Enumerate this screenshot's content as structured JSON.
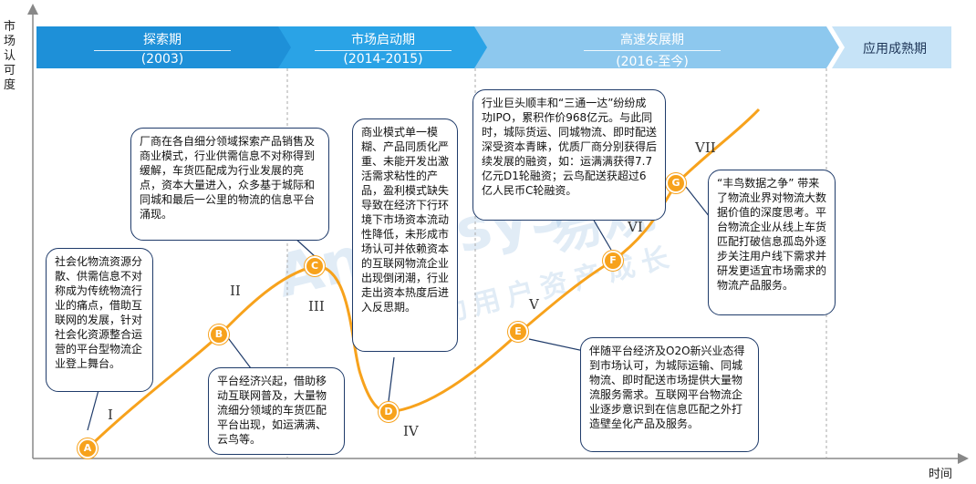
{
  "axes": {
    "y_label": "市场认可度",
    "x_label": "时间"
  },
  "phases": [
    {
      "title": "探索期",
      "subtitle": "(2003)",
      "color": "#1e90d8"
    },
    {
      "title": "市场启动期",
      "subtitle": "(2014-2015)",
      "color": "#2aa3e6"
    },
    {
      "title": "高速发展期",
      "subtitle": "(2016-至今)",
      "color": "#8dc8ee"
    },
    {
      "title": "应用成熟期",
      "subtitle": "",
      "color": "#c6e3f7"
    }
  ],
  "points": [
    "A",
    "B",
    "C",
    "D",
    "E",
    "F",
    "G"
  ],
  "stages": [
    "I",
    "II",
    "III",
    "IV",
    "V",
    "VI",
    "VII"
  ],
  "bubbles": {
    "a": "社会化物流资源分散、供需信息不对称成为传统物流行业的痛点，借助互联网的发展，针对社会化资源整合运营的平台型物流企业登上舞台。",
    "b": "平台经济兴起，借助移动互联网普及，大量物流细分领域的车货匹配平台出现，如运满满、云鸟等。",
    "c": "厂商在各自细分领域探索产品销售及商业模式，行业供需信息不对称得到缓解，车货匹配成为行业发展的亮点，资本大量进入，众多基于城际和同城和最后一公里的物流的信息平台涌现。",
    "d": "商业模式单一模糊、产品同质化严重、未能开发出激活需求粘性的产品，盈利模式缺失导致在经济下行环境下市场资本流动性降低，未形成市场认可并依赖资本的互联网物流企业出现倒闭潮，行业走出资本热度后进入反思期。",
    "e": "伴随平台经济及O2O新兴业态得到市场认可，为城际运输、同城物流、即时配送市场提供大量物流服务需求。互联网平台物流企业逐步意识到在信息匹配之外打造壁垒化产品及服务。",
    "f": "行业巨头顺丰和“三通一达”纷纷成功IPO，累积作价968亿元。与此同时，城际货运、同城物流、即时配送深受资本青睐，优质厂商分别获得后续发展的融资，如：运满满获得7.7亿元D1轮融资；云鸟配送获超过6亿人民币C轮融资。",
    "g": "“丰鸟数据之争” 带来了物流业界对物流大数据价值的深度思考。平台物流企业从线上车货匹配打破信息孤岛外逐步关注用户线下需求并研发更适宜市场需求的物流产品服务。"
  },
  "watermark": {
    "en": "Analysys",
    "cn": "易观",
    "sub": "驱动用户资产成长"
  },
  "colors": {
    "curve": "#f7a21c",
    "bubble_border": "#1f3b6a",
    "axis": "#777777"
  }
}
